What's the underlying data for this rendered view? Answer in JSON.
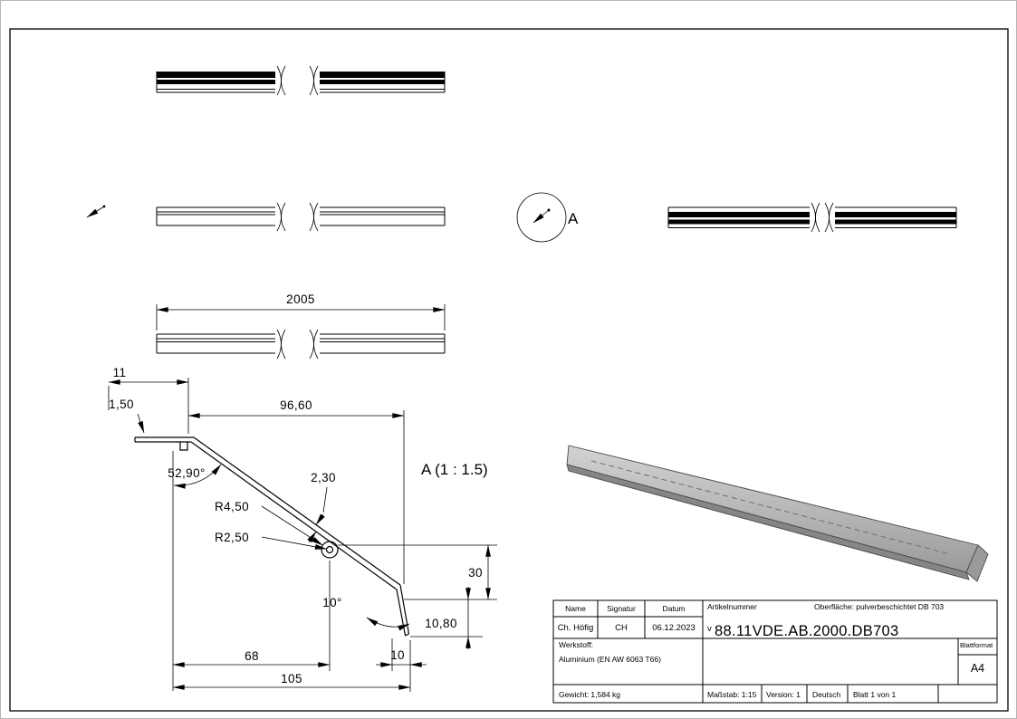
{
  "dims": {
    "length": "2005",
    "w11": "11",
    "t150": "1,50",
    "w9660": "96,60",
    "a5290": "52,90°",
    "t230": "2,30",
    "r450": "R4,50",
    "r250": "R2,50",
    "a10": "10°",
    "h1080": "10,80",
    "h30": "30",
    "w68": "68",
    "w10": "10",
    "w105": "105"
  },
  "labels": {
    "detail_view": "A (1 : 1.5)",
    "detail_marker": "A"
  },
  "title_block": {
    "headers": {
      "name": "Name",
      "signature": "Signatur",
      "date": "Datum",
      "article": "Artikelnummer",
      "surface": "Oberfläche:  pulverbeschichtet DB 703",
      "material": "Werkstoff:",
      "sheet_format": "Blattformat"
    },
    "values": {
      "name": "Ch. Höfig",
      "signature": "CH",
      "date": "06.12.2023",
      "article_prefix": "v",
      "article_number": "88.11VDE.AB.2000.DB703",
      "material": "Aluminium (EN AW 6063 T66)",
      "sheet_format": "A4",
      "weight": "Gewicht: 1,584 kg",
      "scale": "Maßstab: 1:15",
      "version": "Version: 1",
      "language": "Deutsch",
      "sheet": "Blatt 1 von 1"
    }
  },
  "colors": {
    "line": "#000000",
    "solid_light": "#c6c6c6",
    "solid_mid": "#a3a3a3",
    "solid_dark": "#868686"
  }
}
